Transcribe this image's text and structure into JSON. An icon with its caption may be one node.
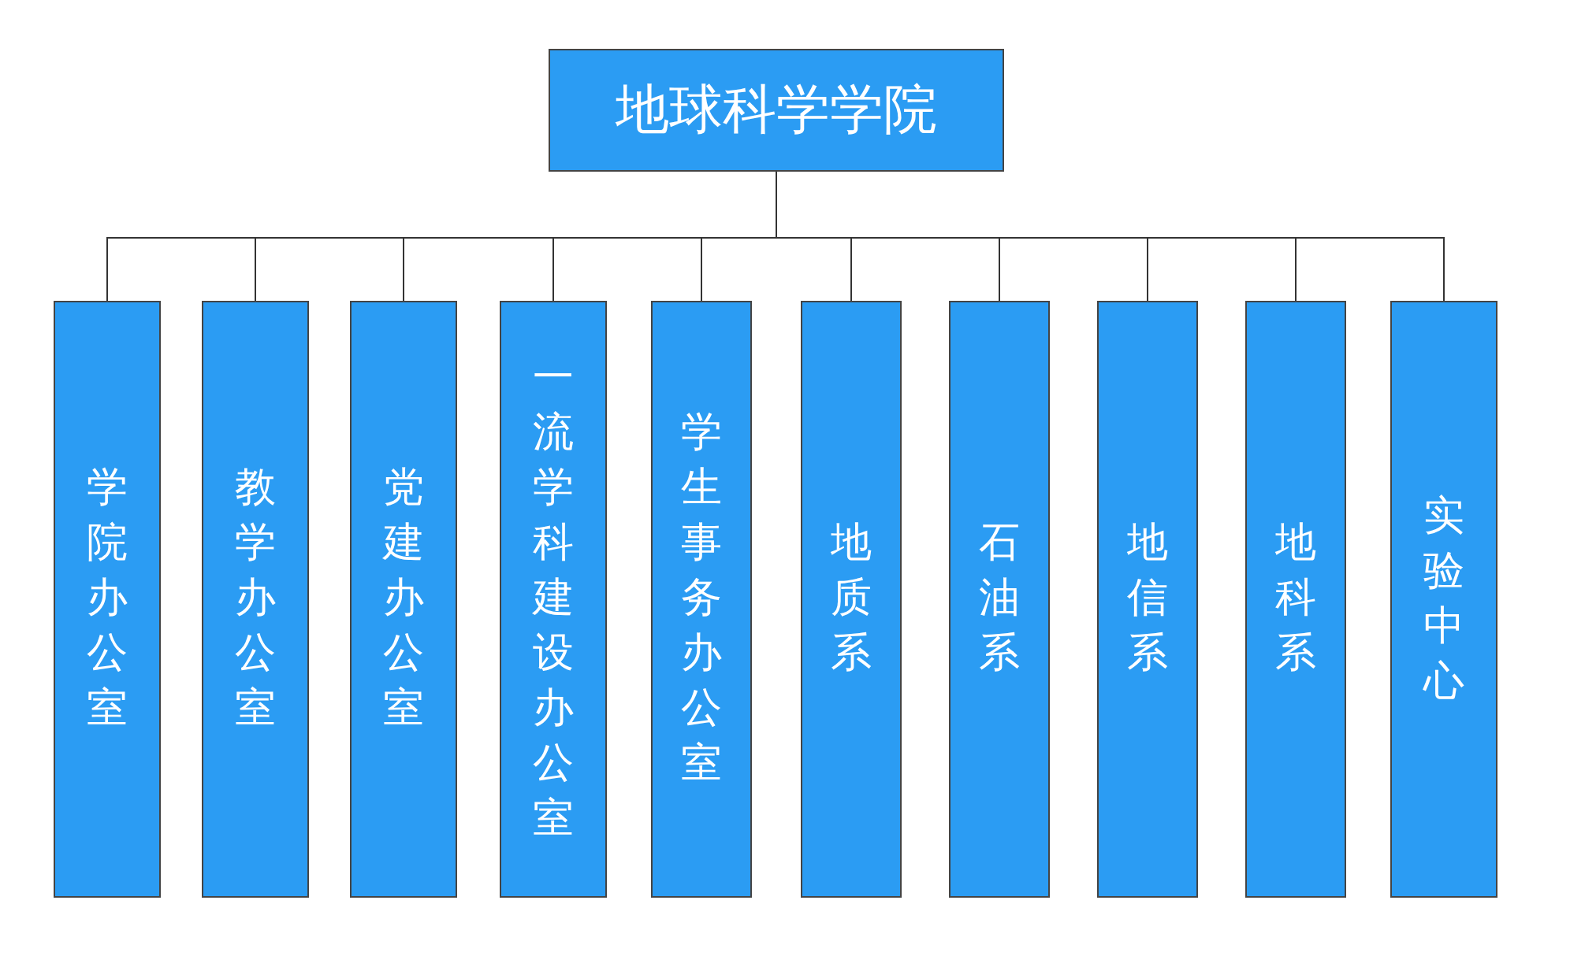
{
  "diagram": {
    "nodes": [
      {
        "text": [
          "地球科学学院"
        ]
      },
      {
        "text": [
          "学院办公室"
        ]
      },
      {
        "text": [
          "教学办公室"
        ]
      },
      {
        "text": [
          "党建办公室"
        ]
      },
      {
        "text": [
          "一流学科建设办公室"
        ]
      },
      {
        "text": [
          "学生事务办公室"
        ]
      },
      {
        "text": [
          "地质系"
        ]
      },
      {
        "text": [
          "石油系"
        ]
      },
      {
        "text": [
          "地信系"
        ]
      },
      {
        "text": [
          "地科系"
        ]
      },
      {
        "text": [
          "实验中心"
        ]
      }
    ],
    "edges": [
      {
        "from": 0,
        "to": 1,
        "arrow": "none"
      },
      {
        "from": 0,
        "to": 2,
        "arrow": "none"
      },
      {
        "from": 0,
        "to": 3,
        "arrow": "none"
      },
      {
        "from": 0,
        "to": 4,
        "arrow": "none"
      },
      {
        "from": 0,
        "to": 5,
        "arrow": "none"
      },
      {
        "from": 0,
        "to": 6,
        "arrow": "none"
      },
      {
        "from": 0,
        "to": 7,
        "arrow": "none"
      },
      {
        "from": 0,
        "to": 8,
        "arrow": "none"
      },
      {
        "from": 0,
        "to": 9,
        "arrow": "none"
      },
      {
        "from": 0,
        "to": 10,
        "arrow": "none"
      }
    ]
  }
}
